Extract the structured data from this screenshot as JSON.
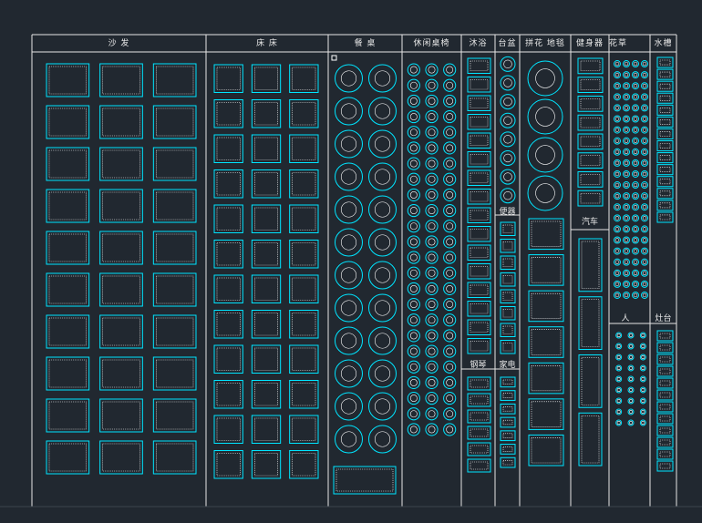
{
  "window": {
    "background": "#212830",
    "line_color": "#e6e6e6",
    "block_cyan": "#00e5ff",
    "block_white": "#ffffff"
  },
  "columns": [
    {
      "id": "sofa",
      "label": "沙    发"
    },
    {
      "id": "bed",
      "label": "床    床"
    },
    {
      "id": "dining",
      "label": "餐  桌"
    },
    {
      "id": "leisure",
      "label": "休闲桌椅"
    },
    {
      "id": "bath",
      "label": "沐浴"
    },
    {
      "id": "basin",
      "label": "台盆"
    },
    {
      "id": "rug",
      "label": "拼花  地毯"
    },
    {
      "id": "fitness",
      "label": "健身器"
    },
    {
      "id": "plants",
      "label": "花草"
    },
    {
      "id": "sink",
      "label": "水槽"
    }
  ],
  "sub_labels": {
    "toilet": "便器",
    "car": "汽车",
    "people": "人",
    "stove": "灶台",
    "piano": "钢琴",
    "appliance": "家电"
  },
  "icons": {
    "ucs": "ucs-icon"
  }
}
